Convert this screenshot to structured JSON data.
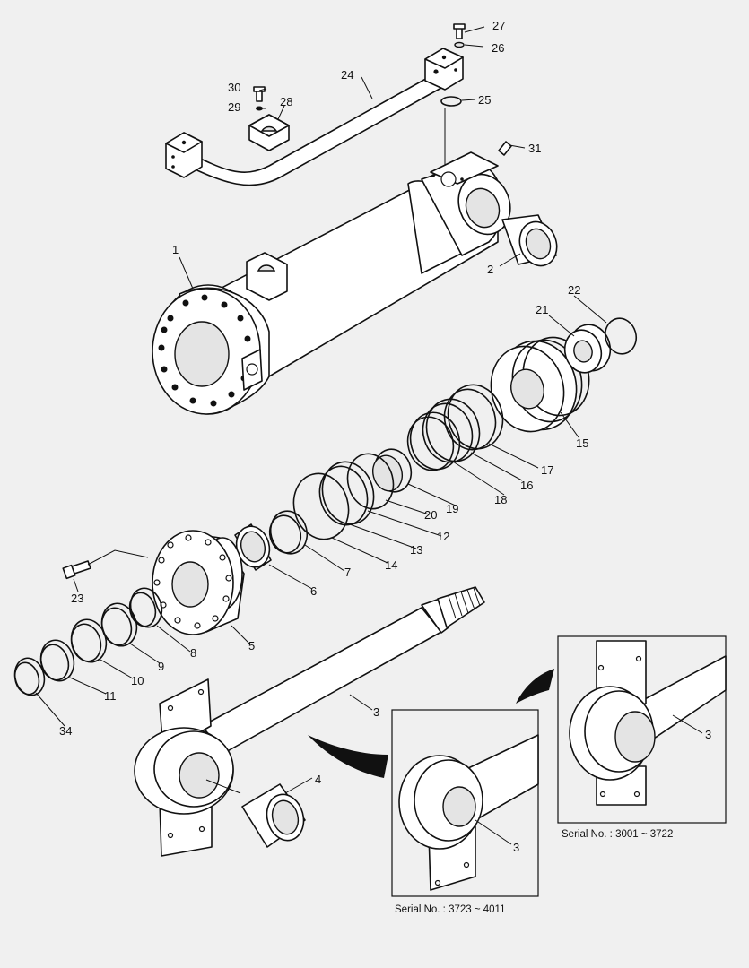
{
  "diagram": {
    "serial_labels": {
      "inset_left": "Serial No. : 3723 ~ 4011",
      "inset_right": "Serial No. : 3001 ~ 3722"
    },
    "callouts": {
      "c1": "1",
      "c2": "2",
      "c3": "3",
      "c3a": "3",
      "c3b": "3",
      "c4": "4",
      "c5": "5",
      "c6": "6",
      "c7": "7",
      "c8": "8",
      "c9": "9",
      "c10": "10",
      "c11": "11",
      "c12": "12",
      "c13": "13",
      "c14": "14",
      "c15": "15",
      "c16": "16",
      "c17": "17",
      "c18": "18",
      "c19": "19",
      "c20": "20",
      "c21": "21",
      "c22": "22",
      "c23": "23",
      "c24": "24",
      "c25": "25",
      "c26": "26",
      "c27": "27",
      "c28": "28",
      "c29": "29",
      "c30": "30",
      "c31": "31",
      "c34": "34"
    }
  }
}
